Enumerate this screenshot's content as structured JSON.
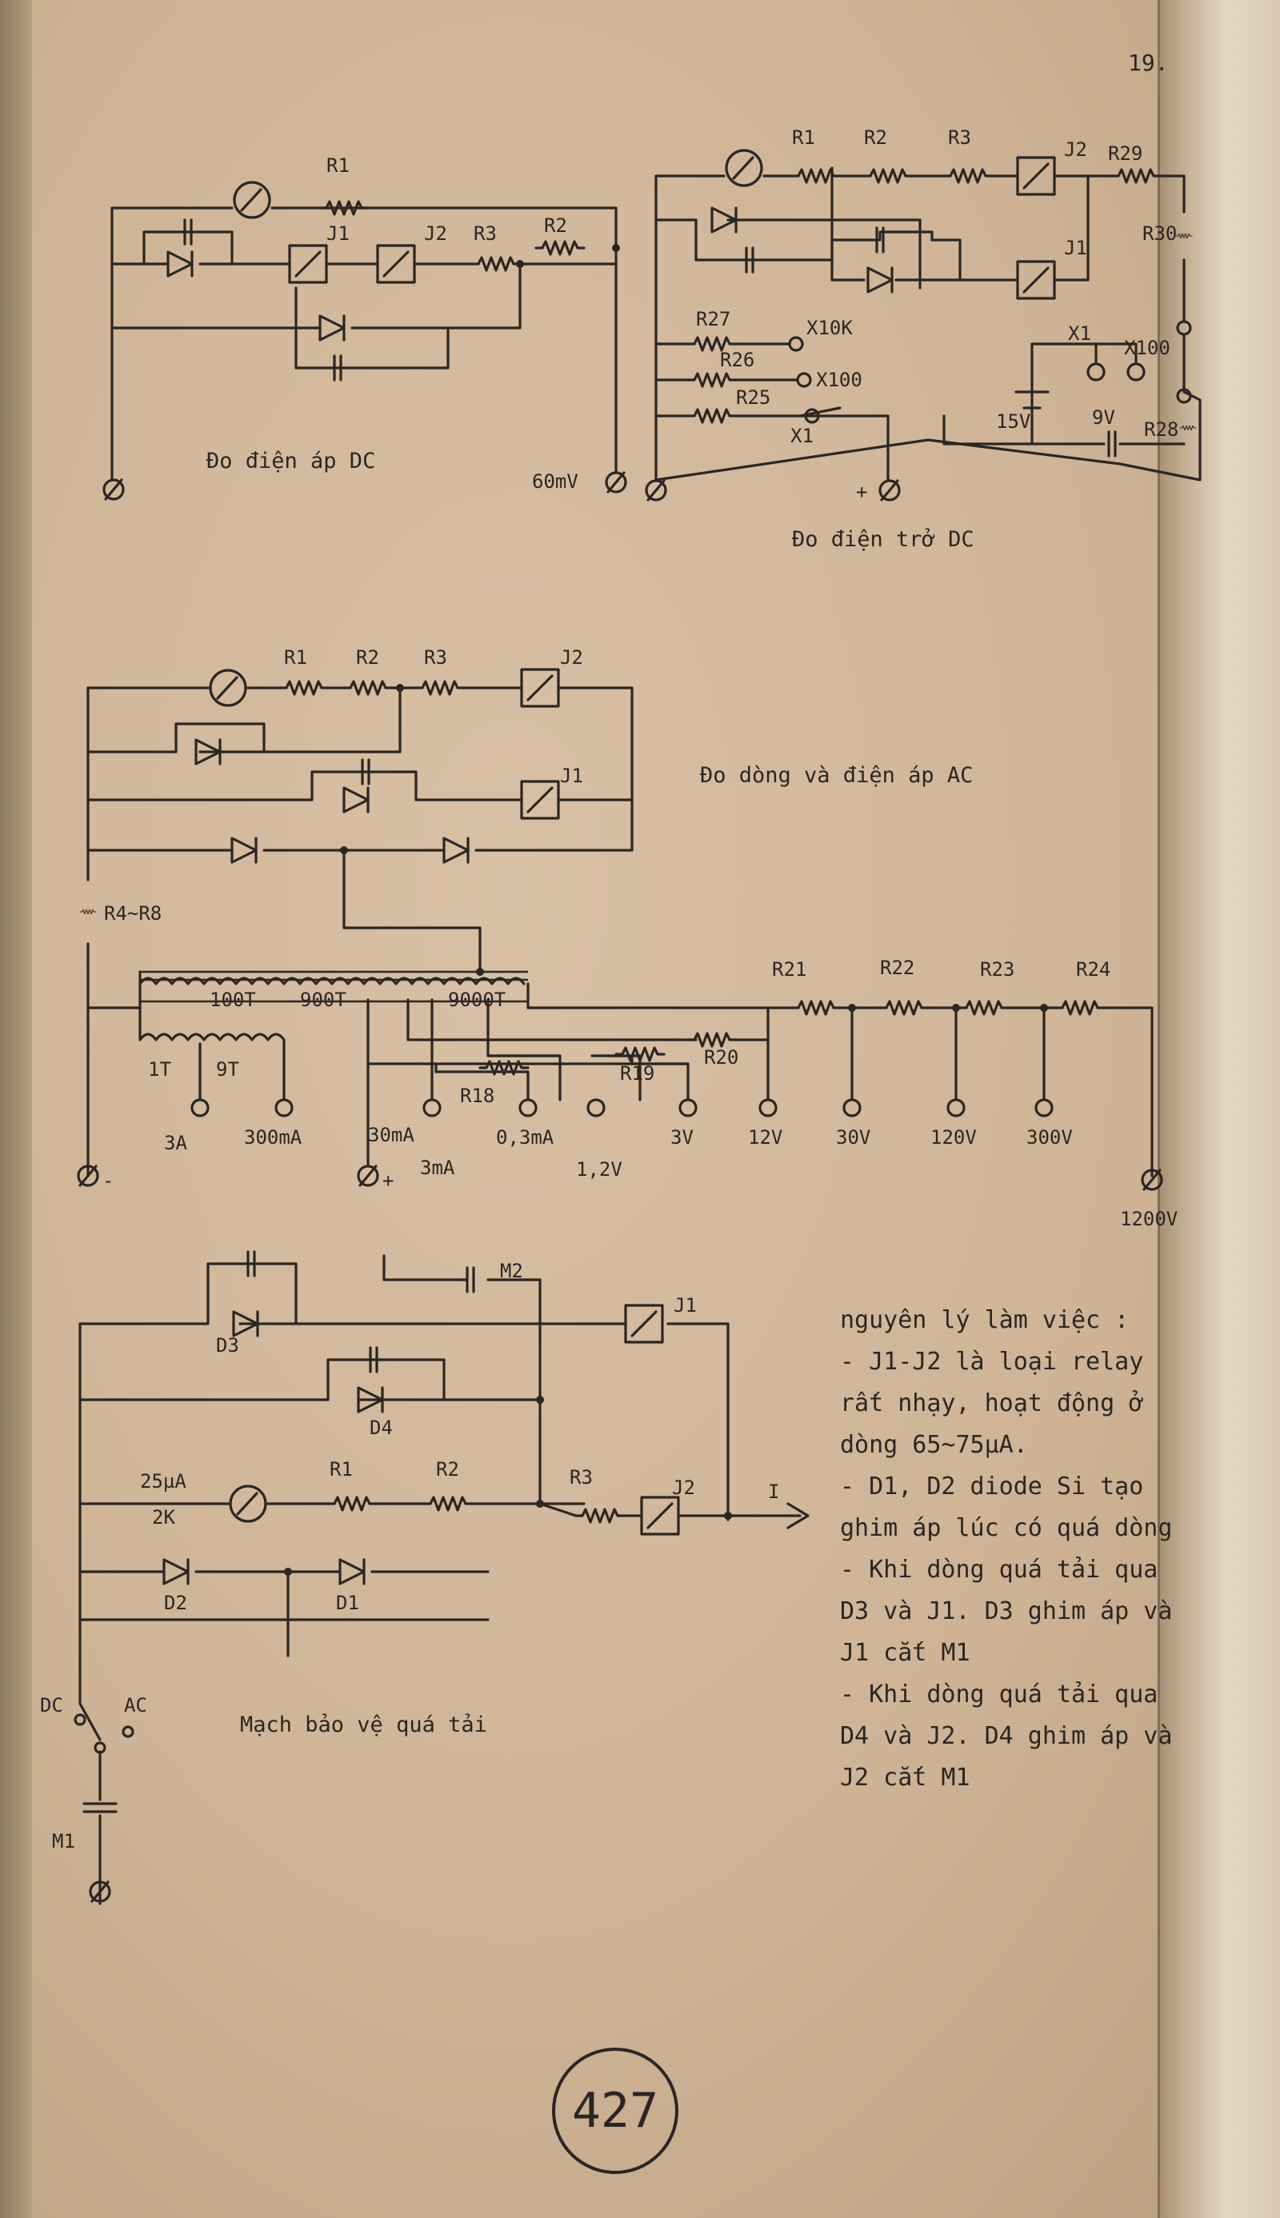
{
  "page": {
    "number_top": "19.",
    "number_bottom": "427"
  },
  "diagrams": {
    "dc_voltage": {
      "caption": "Đo điện áp DC",
      "labels": {
        "r1": "R1",
        "j1": "J1",
        "j2": "J2",
        "r3": "R3",
        "r2": "R2",
        "v60": "60mV"
      }
    },
    "dc_resistance": {
      "caption": "Đo điện trở DC",
      "labels": {
        "r1": "R1",
        "r2": "R2",
        "r3": "R3",
        "j2": "J2",
        "r29": "R29",
        "j1": "J1",
        "r30": "R30",
        "r27": "R27",
        "r26": "R26",
        "r25": "R25",
        "x10k": "X10K",
        "x100a": "X100",
        "x1a": "X1",
        "x1b": "X1",
        "x100b": "X100",
        "v15": "15V",
        "v9": "9V",
        "r28": "R28",
        "plus": "+"
      }
    },
    "ac": {
      "caption": "Đo dòng và điện áp AC",
      "labels": {
        "r1": "R1",
        "r2": "R2",
        "r3": "R3",
        "j2": "J2",
        "j1": "J1",
        "r4r8": "R4~R8",
        "t100": "100T",
        "t900": "900T",
        "t9000": "9000T",
        "t1": "1T",
        "t9": "9T",
        "r21": "R21",
        "r22": "R22",
        "r23": "R23",
        "r24": "R24",
        "r18": "R18",
        "r19": "R19",
        "r20": "R20",
        "a3": "3A",
        "ma300": "300mA",
        "ma30": "30mA",
        "ma3": "3mA",
        "ma03": "0,3mA",
        "v12a": "1,2V",
        "v3": "3V",
        "v12": "12V",
        "v30": "30V",
        "v120": "120V",
        "v300": "300V",
        "v1200": "1200V",
        "minus": "-",
        "plus": "+"
      }
    },
    "protection": {
      "caption": "Mạch bảo vệ quá tải",
      "labels": {
        "m2": "M2",
        "j1": "J1",
        "d3": "D3",
        "d4": "D4",
        "ua25": "25µA",
        "k2": "2K",
        "r1": "R1",
        "r2": "R2",
        "r3": "R3",
        "j2": "J2",
        "i": "I",
        "d2": "D2",
        "d1": "D1",
        "dc": "DC",
        "ac": "AC",
        "m1": "M1"
      }
    }
  },
  "notes": {
    "title": "nguyên lý làm việc :",
    "lines": [
      "- J1-J2 là loại relay",
      "rất nhạy, hoạt động ở",
      "dòng 65~75µA.",
      "- D1, D2 diode Si tạo",
      "ghim áp lúc có quá dòng",
      "- Khi dòng quá tải qua",
      "D3 và J1. D3 ghim áp và",
      "J1 cắt M1",
      "- Khi dòng quá tải qua",
      "D4 và J2. D4 ghim áp và",
      "J2 cắt M1"
    ]
  }
}
